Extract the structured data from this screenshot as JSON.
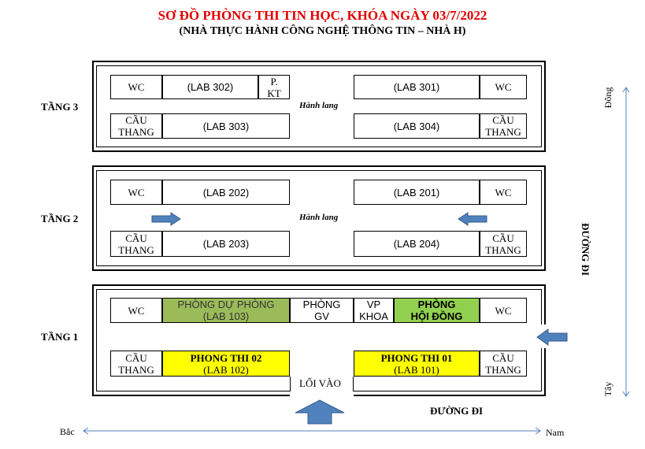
{
  "title": "SƠ ĐỒ PHÒNG THI TIN HỌC, KHÓA NGÀY 03/7/2022",
  "subtitle": "(NHÀ THỰC HÀNH CÔNG NGHỆ THÔNG TIN – NHÀ H)",
  "colors": {
    "title": "#e00000",
    "arrow": "#4f81bd",
    "axis": "#4f81bd",
    "olive": "#9bbb59",
    "green": "#92d050",
    "yellow": "#ffff00"
  },
  "floor3": {
    "label": "TẦNG 3",
    "wc_left": "WC",
    "lab302": "(LAB 302)",
    "pkt_line1": "P.",
    "pkt_line2": "KT",
    "lab301": "(LAB 301)",
    "wc_right": "WC",
    "hall": "Hành lang",
    "stairs_left_line1": "CẦU",
    "stairs_left_line2": "THANG",
    "lab303": "(LAB 303)",
    "lab304": "(LAB 304)",
    "stairs_right_line1": "CẦU",
    "stairs_right_line2": "THANG"
  },
  "floor2": {
    "label": "TẦNG 2",
    "wc_left": "WC",
    "lab202": "(LAB 202)",
    "lab201": "(LAB 201)",
    "wc_right": "WC",
    "hall": "Hành lang",
    "stairs_left_line1": "CẦU",
    "stairs_left_line2": "THANG",
    "lab203": "(LAB 203)",
    "lab204": "(LAB 204)",
    "stairs_right_line1": "CẦU",
    "stairs_right_line2": "THANG"
  },
  "floor1": {
    "label": "TẦNG 1",
    "wc_left": "WC",
    "backup_line1": "PHÒNG DỰ PHÒNG",
    "backup_line2": "(LAB 103)",
    "teacher_line1": "PHÒNG",
    "teacher_line2": "GV",
    "faculty_line1": "VP",
    "faculty_line2": "KHOA",
    "council_line1": "PHÒNG",
    "council_line2": "HỘI ĐỒNG",
    "wc_right": "WC",
    "stairs_left_line1": "CẦU",
    "stairs_left_line2": "THANG",
    "exam02_line1": "PHONG THI 02",
    "exam02_line2": "(LAB 102)",
    "exam01_line1": "PHONG THI 01",
    "exam01_line2": "(LAB 101)",
    "stairs_right_line1": "CẦU",
    "stairs_right_line2": "THANG",
    "entrance": "LỐI VÀO"
  },
  "road_right": "ĐƯỜNG ĐI",
  "road_bottom": "ĐƯỜNG ĐI",
  "compass": {
    "east": "Đông",
    "west": "Tây",
    "north": "Bắc",
    "south": "Nam"
  }
}
